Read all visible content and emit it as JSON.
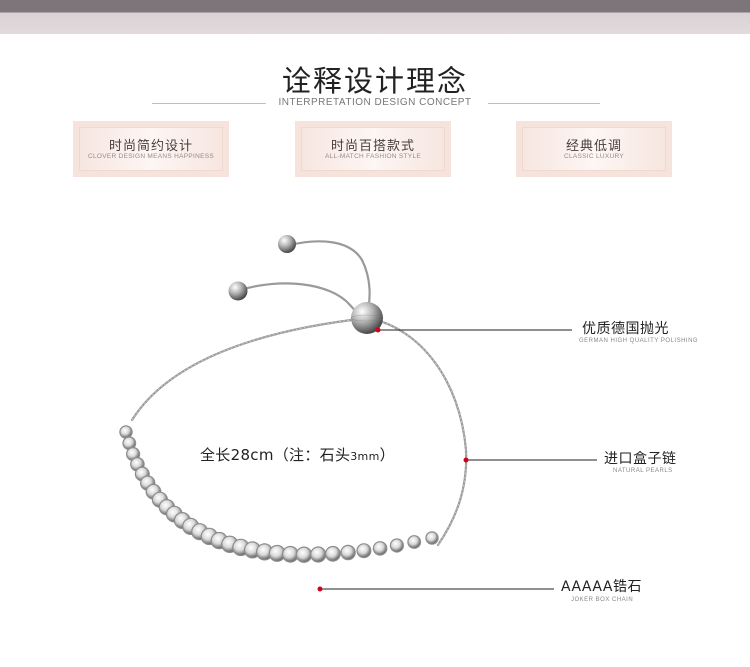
{
  "header": {
    "title": "诠释设计理念",
    "subtitle": "INTERPRETATION DESIGN CONCEPT"
  },
  "features": [
    {
      "zh": "时尚简约设计",
      "en": "CLOVER DESIGN MEANS HAPPINESS"
    },
    {
      "zh": "时尚百搭款式",
      "en": "ALL-MATCH FASHION STYLE"
    },
    {
      "zh": "经典低调",
      "en": "CLASSIC LUXURY"
    }
  ],
  "product": {
    "length_note_main": "全长28cm（注：石头",
    "length_note_small": "3mm",
    "length_note_end": "）"
  },
  "callouts": [
    {
      "zh": "优质德国抛光",
      "en": "GERMAN HIGH QUALITY POLISHING"
    },
    {
      "zh": "进口盒子链",
      "en": "NATURAL PEARLS"
    },
    {
      "zh": "AAAAA锆石",
      "en": "JOKER BOX CHAIN"
    }
  ],
  "colors": {
    "badge_bg": "#f6e3dc",
    "marker_red": "#d0021b",
    "top_bar": "#7d7579"
  }
}
